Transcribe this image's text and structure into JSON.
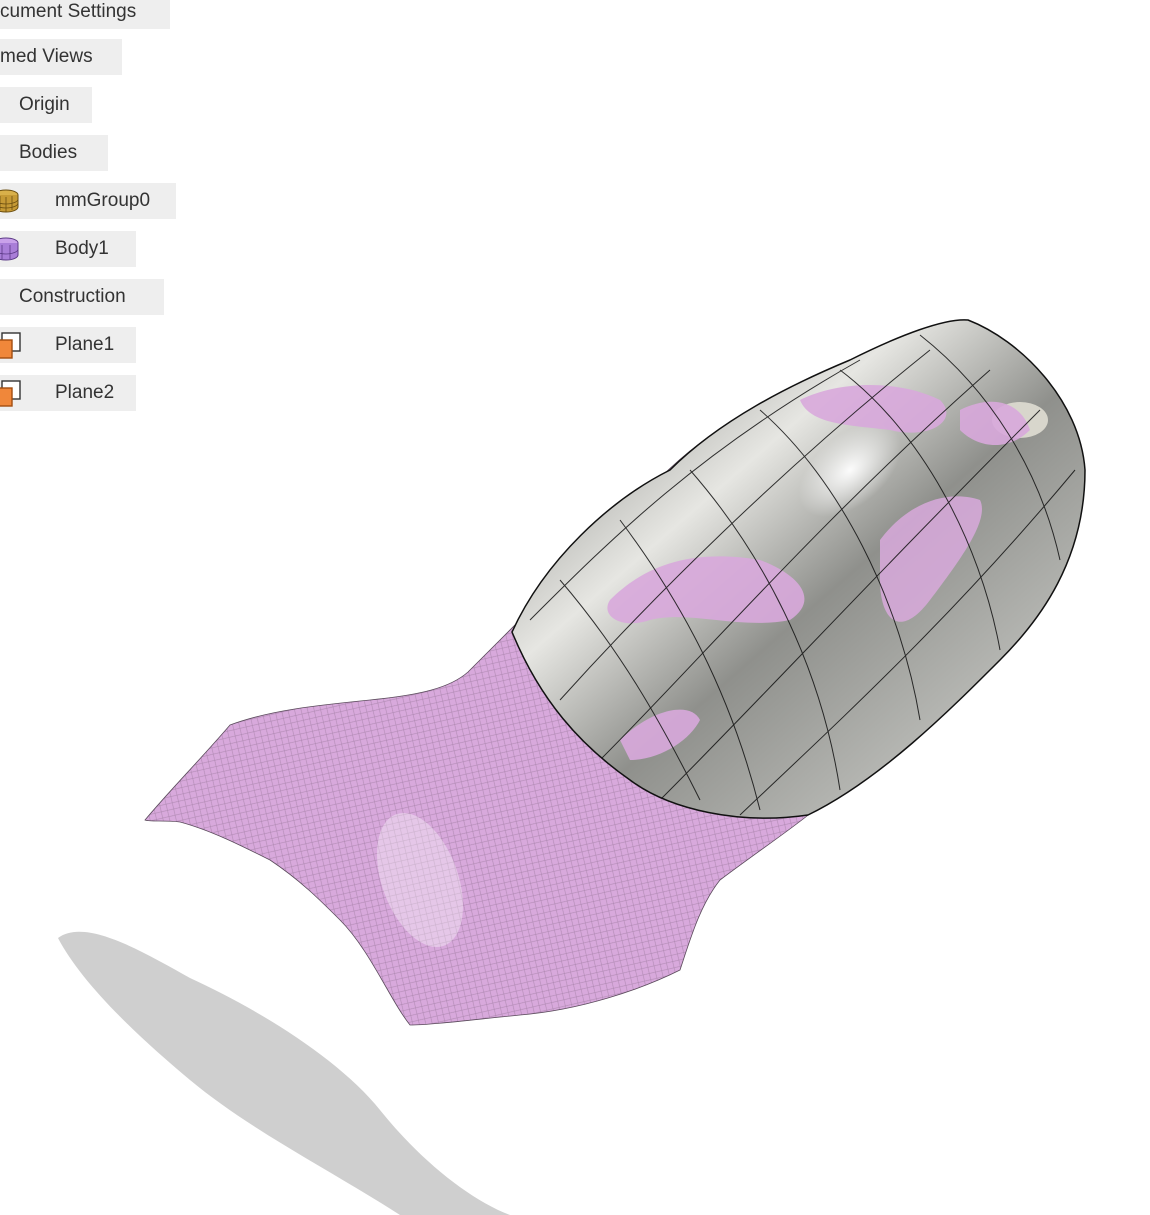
{
  "browser": {
    "document_settings": "cument Settings",
    "named_views": "med Views",
    "origin": "Origin",
    "bodies": "Bodies",
    "bodies_items": [
      "mmGroup0",
      "Body1"
    ],
    "construction": "Construction",
    "construction_items": [
      "Plane1",
      "Plane2"
    ]
  },
  "icons": {
    "mesh_group": "mesh-group-icon",
    "body": "body-icon",
    "plane": "construction-plane-icon"
  },
  "colors": {
    "mesh_pink": "#d9a8dc",
    "surface_gray": "#8e8f8b",
    "shadow": "#cfcfcf",
    "node_bg": "#eeeeee",
    "text": "#333333",
    "plane_orange": "#f0873a"
  }
}
